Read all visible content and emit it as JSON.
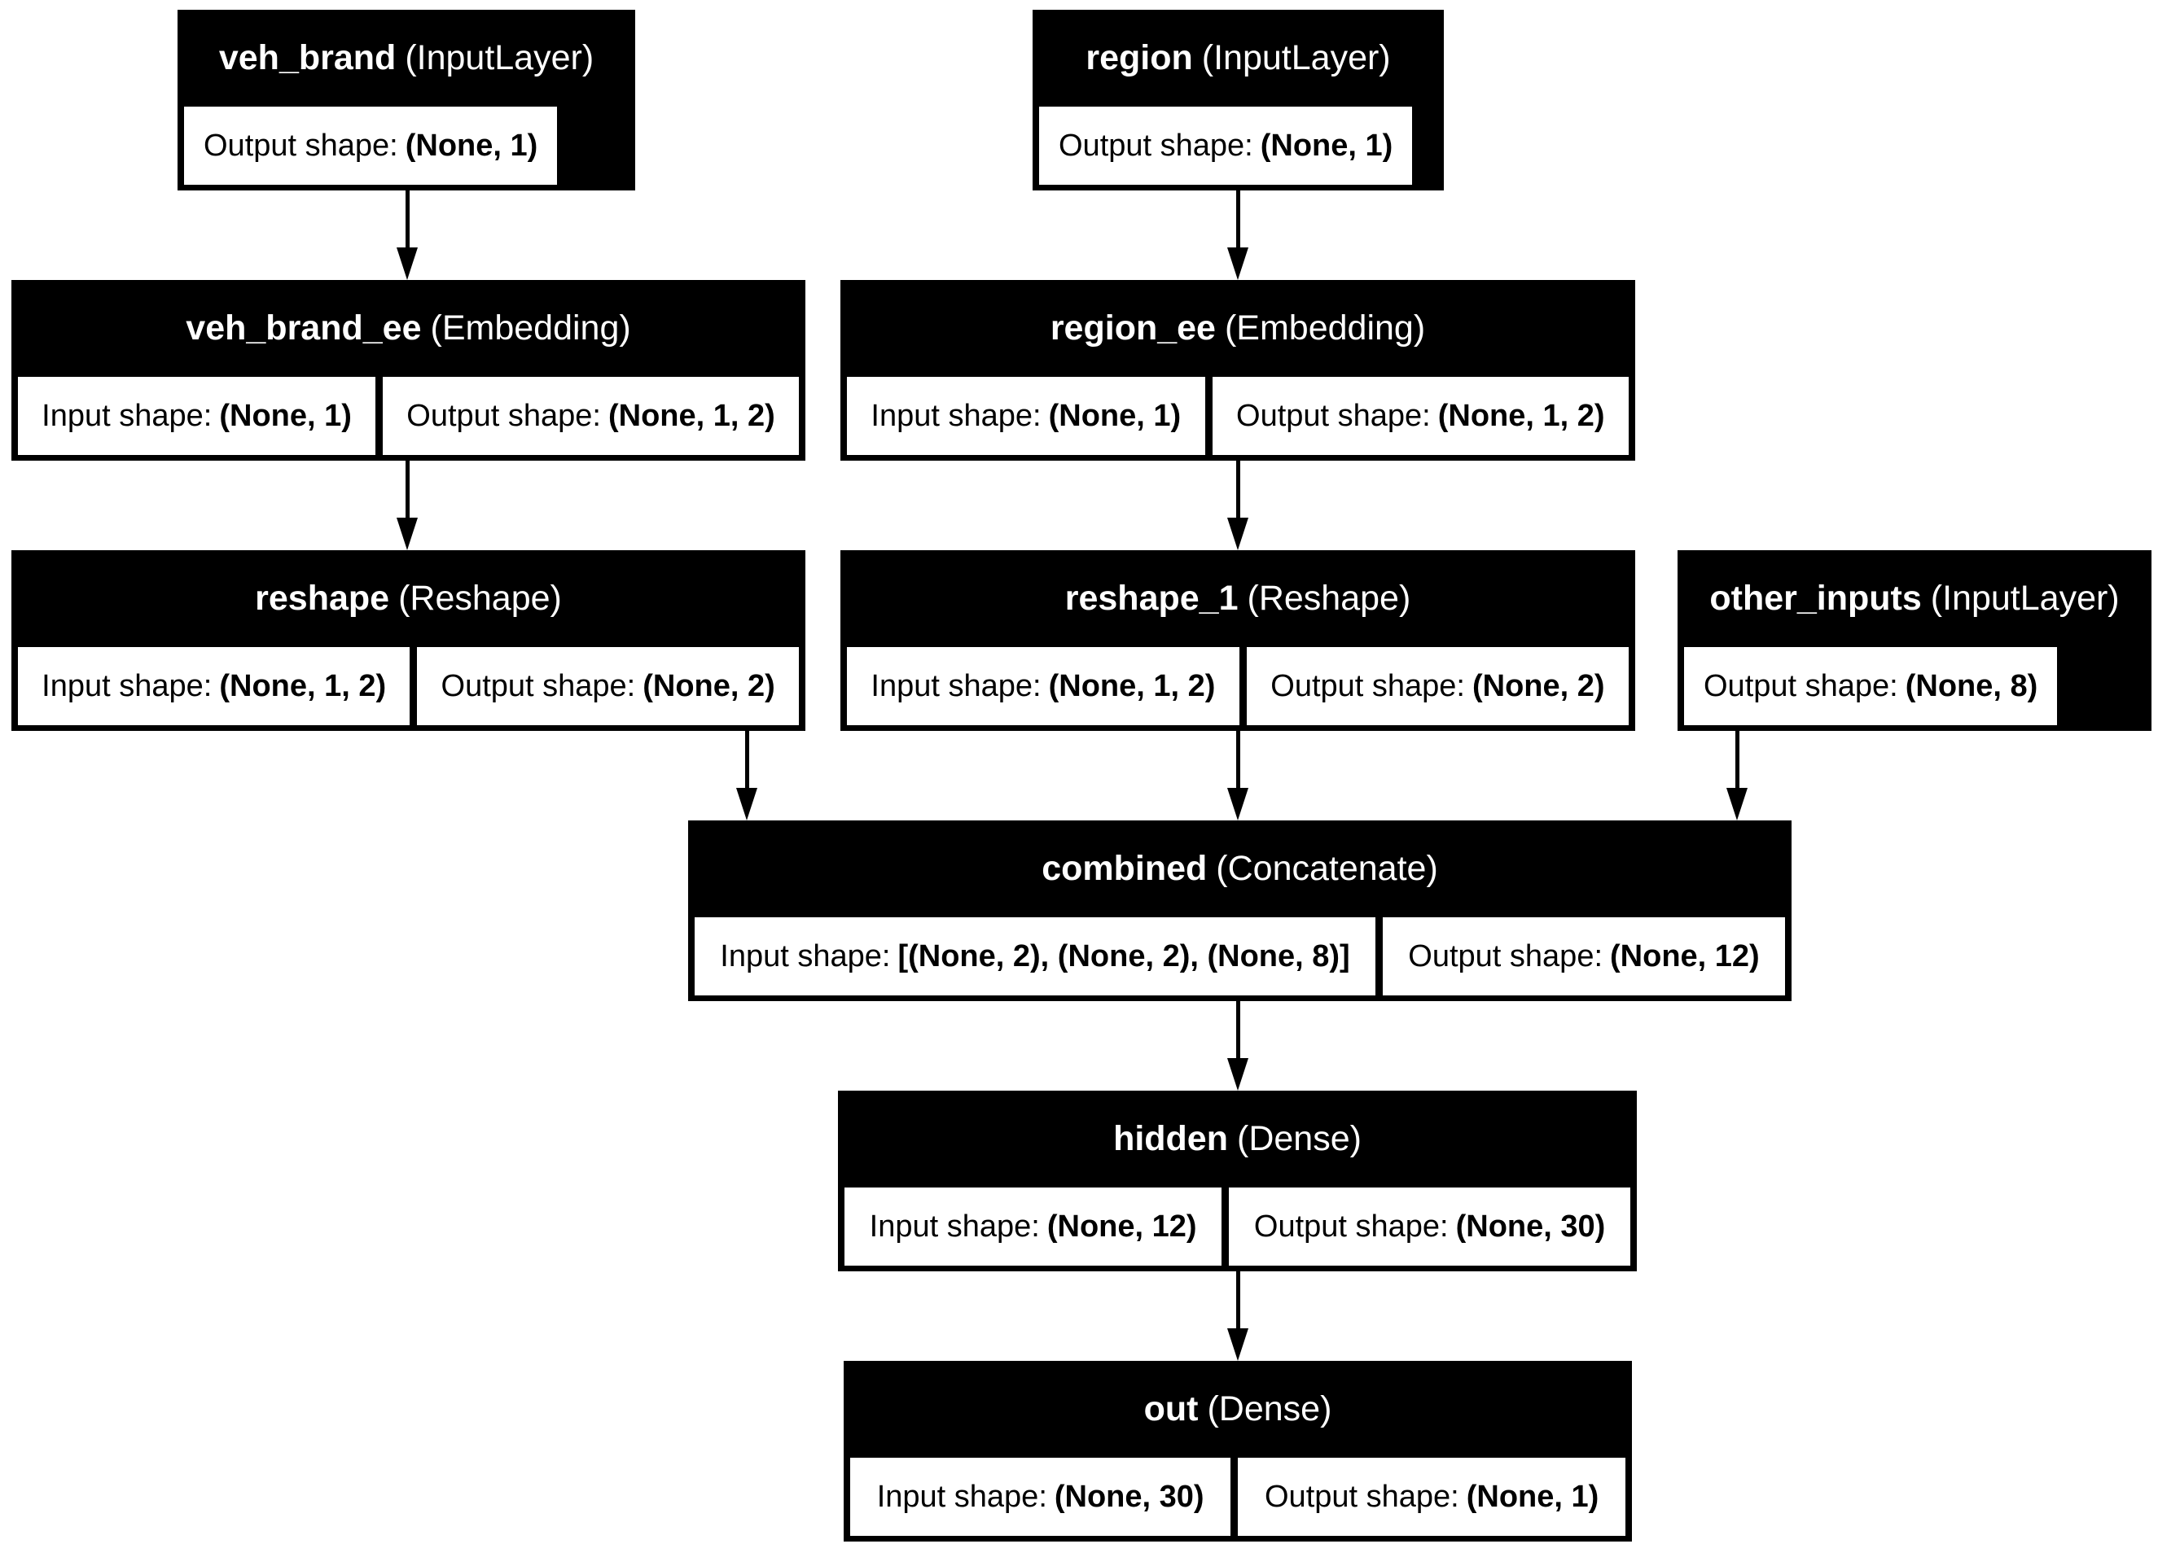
{
  "diagram": {
    "kind": "keras-model-plot",
    "colors": {
      "background": "#ffffff",
      "node_fill": "#000000",
      "node_text": "#ffffff",
      "cell_fill": "#ffffff",
      "cell_text": "#000000",
      "edge": "#000000"
    }
  },
  "labels": {
    "input_prefix": "Input shape:",
    "output_prefix": "Output shape:"
  },
  "nodes": [
    {
      "name": "veh_brand",
      "type": "(InputLayer)",
      "output_shape": "(None, 1)"
    },
    {
      "name": "region",
      "type": "(InputLayer)",
      "output_shape": "(None, 1)"
    },
    {
      "name": "veh_brand_ee",
      "type": "(Embedding)",
      "input_shape": "(None, 1)",
      "output_shape": "(None, 1, 2)"
    },
    {
      "name": "region_ee",
      "type": "(Embedding)",
      "input_shape": "(None, 1)",
      "output_shape": "(None, 1, 2)"
    },
    {
      "name": "reshape",
      "type": "(Reshape)",
      "input_shape": "(None, 1, 2)",
      "output_shape": "(None, 2)"
    },
    {
      "name": "reshape_1",
      "type": "(Reshape)",
      "input_shape": "(None, 1, 2)",
      "output_shape": "(None, 2)"
    },
    {
      "name": "other_inputs",
      "type": "(InputLayer)",
      "output_shape": "(None, 8)"
    },
    {
      "name": "combined",
      "type": "(Concatenate)",
      "input_shape": "[(None, 2), (None, 2), (None, 8)]",
      "output_shape": "(None, 12)"
    },
    {
      "name": "hidden",
      "type": "(Dense)",
      "input_shape": "(None, 12)",
      "output_shape": "(None, 30)"
    },
    {
      "name": "out",
      "type": "(Dense)",
      "input_shape": "(None, 30)",
      "output_shape": "(None, 1)"
    }
  ],
  "edges": [
    {
      "from": "veh_brand",
      "to": "veh_brand_ee"
    },
    {
      "from": "region",
      "to": "region_ee"
    },
    {
      "from": "veh_brand_ee",
      "to": "reshape"
    },
    {
      "from": "region_ee",
      "to": "reshape_1"
    },
    {
      "from": "reshape",
      "to": "combined"
    },
    {
      "from": "reshape_1",
      "to": "combined"
    },
    {
      "from": "other_inputs",
      "to": "combined"
    },
    {
      "from": "combined",
      "to": "hidden"
    },
    {
      "from": "hidden",
      "to": "out"
    }
  ]
}
